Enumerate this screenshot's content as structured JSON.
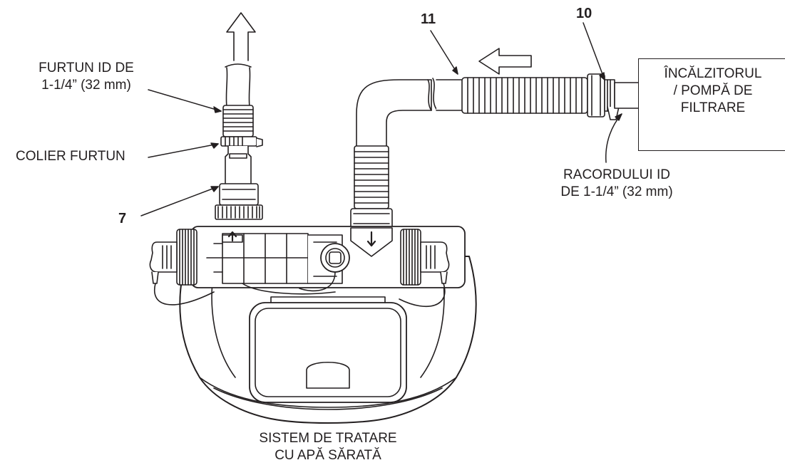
{
  "labels": {
    "hose_line1": "FURTUN ID DE",
    "hose_line2": "1-1/4” (32 mm)",
    "hose_clamp": "COLIER FURTUN",
    "heater_line1": "ÎNCĂLZITORUL",
    "heater_line2": "/ POMPĂ DE",
    "heater_line3": "FILTRARE",
    "fitting_line1": "RACORDULUI ID",
    "fitting_line2": "DE 1-1/4” (32 mm)",
    "system_line1": "SISTEM DE TRATARE",
    "system_line2": "CU APĂ SĂRATĂ"
  },
  "callouts": {
    "n7": "7",
    "n10": "10",
    "n11": "11"
  },
  "colors": {
    "ink": "#231f20",
    "paper": "#ffffff",
    "fill_light": "#ffffff"
  }
}
